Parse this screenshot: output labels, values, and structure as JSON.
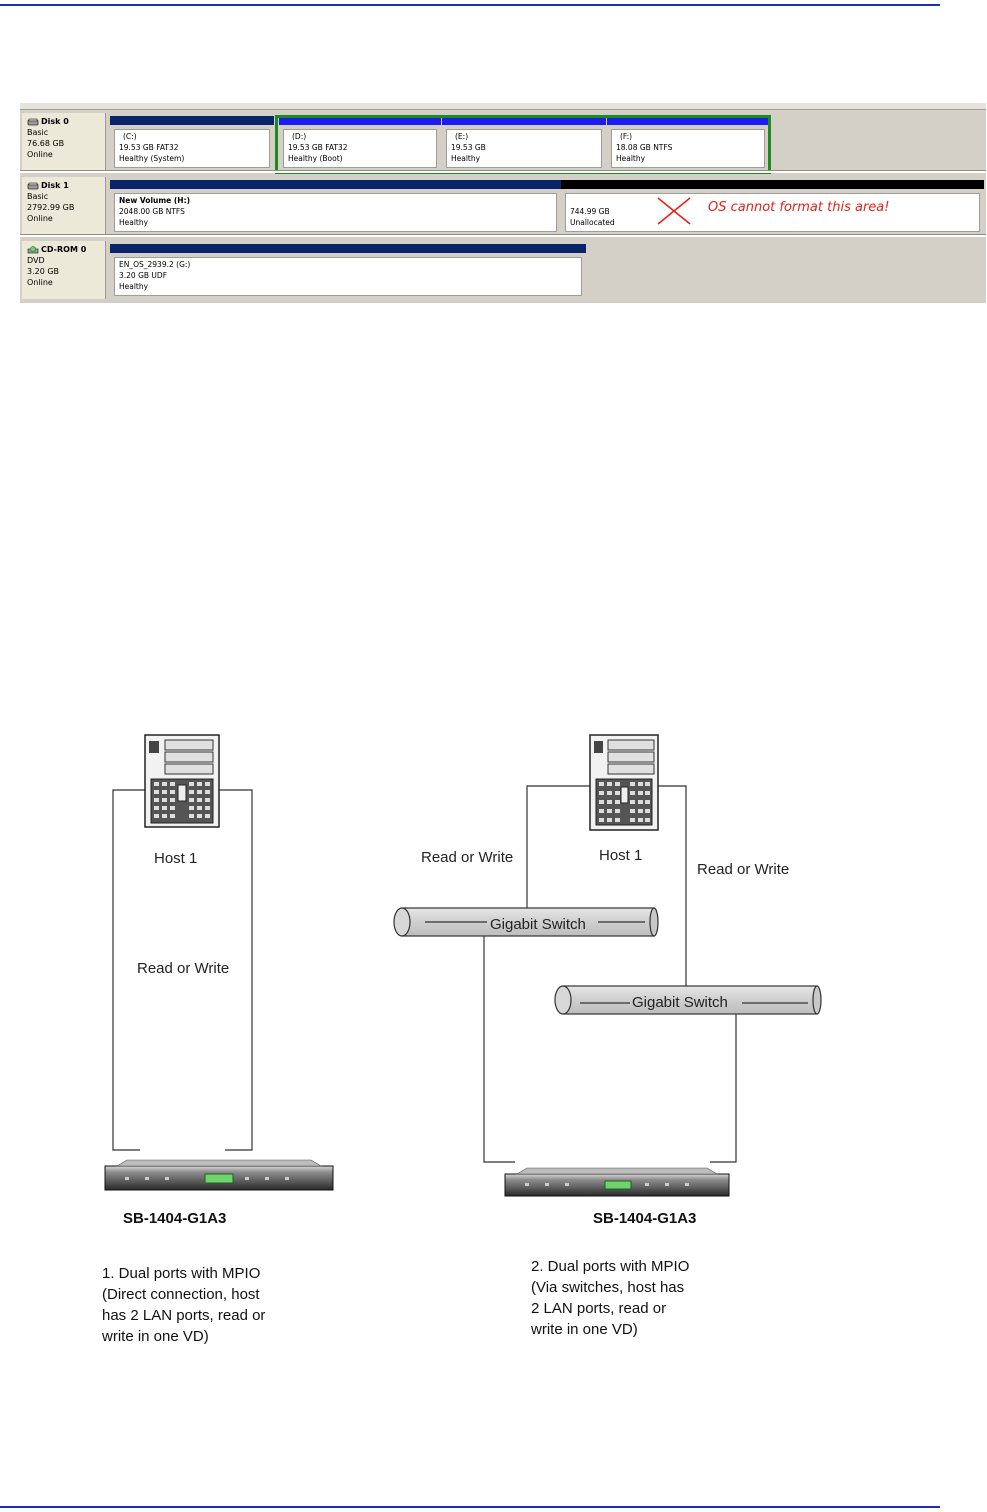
{
  "disk_manager": {
    "disks": [
      {
        "name": "Disk 0",
        "type": "Basic",
        "size": "76.68 GB",
        "status": "Online",
        "partitions": [
          {
            "label": "(C:)",
            "detail": "19.53 GB FAT32",
            "health": "Healthy (System)"
          },
          {
            "label": "(D:)",
            "detail": "19.53 GB FAT32",
            "health": "Healthy (Boot)"
          },
          {
            "label": "(E:)",
            "detail": "19.53 GB",
            "health": "Healthy"
          },
          {
            "label": "(F:)",
            "detail": "18.08 GB NTFS",
            "health": "Healthy"
          }
        ]
      },
      {
        "name": "Disk 1",
        "type": "Basic",
        "size": "2792.99 GB",
        "status": "Online",
        "partitions": [
          {
            "label": "New Volume  (H:)",
            "detail": "2048.00 GB NTFS",
            "health": "Healthy"
          },
          {
            "label": "",
            "detail": "744.99 GB",
            "health": "Unallocated"
          }
        ]
      },
      {
        "name": "CD-ROM 0",
        "type": "DVD",
        "size": "3.20 GB",
        "status": "Online",
        "partitions": [
          {
            "label": "EN_OS_2939.2  (G:)",
            "detail": "3.20 GB UDF",
            "health": "Healthy"
          }
        ]
      }
    ],
    "warning": "OS cannot format this area!"
  },
  "diagram": {
    "left": {
      "host_label": "Host 1",
      "link_label": "Read or Write",
      "device_title": "SB-1404-G1A3",
      "caption_lines": [
        "1. Dual ports with MPIO",
        "(Direct connection, host",
        "has 2 LAN ports, read or",
        "write in one VD)"
      ]
    },
    "right": {
      "host_label": "Host 1",
      "link_label_left": "Read or Write",
      "link_label_right": "Read or Write",
      "switch1_label": "Gigabit Switch",
      "switch2_label": "Gigabit Switch",
      "device_title": "SB-1404-G1A3",
      "caption_lines": [
        "2. Dual ports with MPIO",
        "(Via switches, host has",
        "2 LAN ports, read or",
        "write in one VD)"
      ]
    }
  }
}
